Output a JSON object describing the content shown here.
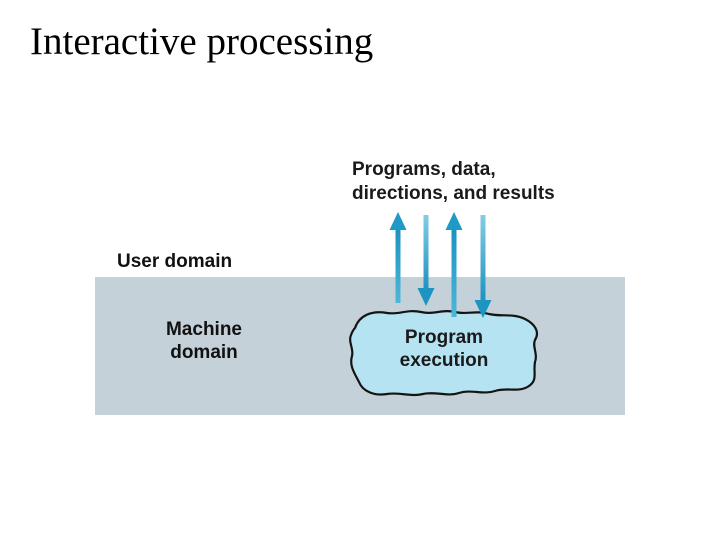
{
  "slide": {
    "title": "Interactive processing"
  },
  "diagram": {
    "caption": {
      "line1": "Programs, data,",
      "line2": "directions, and results"
    },
    "user_domain_label": "User domain",
    "machine_domain_label": {
      "line1": "Machine",
      "line2": "domain"
    },
    "program_execution_label": {
      "line1": "Program",
      "line2": "execution"
    },
    "arrows": [
      {
        "direction": "up",
        "meaning": "flow from machine domain to user domain"
      },
      {
        "direction": "down",
        "meaning": "flow from user domain to machine domain"
      },
      {
        "direction": "up",
        "meaning": "flow from machine domain to user domain"
      },
      {
        "direction": "down",
        "meaning": "flow from user domain to machine domain"
      }
    ],
    "colors": {
      "machine_domain_background": "#c5d1d8",
      "blob_fill": "#b5e3f2",
      "blob_outline": "#141414",
      "arrow_teal_dark": "#1992c0",
      "arrow_teal_mid": "#2aa3cc",
      "arrow_teal_light": "#85cce2",
      "text": "#1a1a1a",
      "slide_background": "#ffffff"
    }
  }
}
